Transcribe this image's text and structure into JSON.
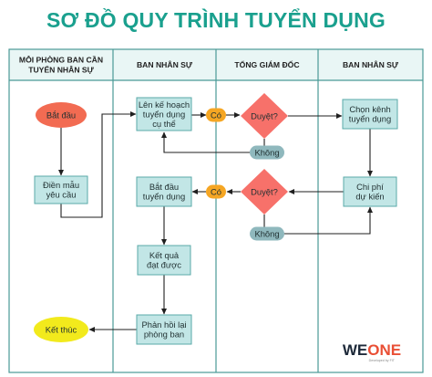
{
  "title": "SƠ ĐỒ QUY TRÌNH TUYỂN DỤNG",
  "lanes": [
    {
      "id": "lane-1",
      "label_lines": [
        "MỖI PHÒNG BAN CẦN",
        "TUYỂN NHÂN SỰ"
      ]
    },
    {
      "id": "lane-2",
      "label_lines": [
        "BAN NHÂN SỰ"
      ]
    },
    {
      "id": "lane-3",
      "label_lines": [
        "TỔNG GIÁM ĐỐC"
      ]
    },
    {
      "id": "lane-4",
      "label_lines": [
        "BAN NHÂN SỰ"
      ]
    }
  ],
  "nodes": [
    {
      "id": "start",
      "shape": "ellipse",
      "lines": [
        "Bắt đầu"
      ]
    },
    {
      "id": "request-form",
      "shape": "rect",
      "lines": [
        "Điền mẫu",
        "yêu cầu"
      ]
    },
    {
      "id": "plan",
      "shape": "rect",
      "lines": [
        "Lên kế hoạch",
        "tuyển dụng",
        "cụ thể"
      ]
    },
    {
      "id": "approve-1",
      "shape": "diamond",
      "lines": [
        "Duyệt?"
      ]
    },
    {
      "id": "channel",
      "shape": "rect",
      "lines": [
        "Chọn kênh",
        "tuyển dụng"
      ]
    },
    {
      "id": "cost",
      "shape": "rect",
      "lines": [
        "Chi phí",
        "dự kiến"
      ]
    },
    {
      "id": "approve-2",
      "shape": "diamond",
      "lines": [
        "Duyệt?"
      ]
    },
    {
      "id": "begin-hiring",
      "shape": "rect",
      "lines": [
        "Bắt đầu",
        "tuyển dụng"
      ]
    },
    {
      "id": "results",
      "shape": "rect",
      "lines": [
        "Kết quả",
        "đạt được"
      ]
    },
    {
      "id": "feedback",
      "shape": "rect",
      "lines": [
        "Phản hồi lại",
        "phòng ban"
      ]
    },
    {
      "id": "end",
      "shape": "ellipse",
      "lines": [
        "Kết thúc"
      ]
    },
    {
      "id": "yes-1",
      "shape": "pill",
      "lines": [
        "Có"
      ]
    },
    {
      "id": "no-1",
      "shape": "pill",
      "lines": [
        "Không"
      ]
    },
    {
      "id": "yes-2",
      "shape": "pill",
      "lines": [
        "Có"
      ]
    },
    {
      "id": "no-2",
      "shape": "pill",
      "lines": [
        "Không"
      ]
    }
  ],
  "edges": [
    {
      "from": "start",
      "to": "request-form"
    },
    {
      "from": "request-form",
      "to": "plan"
    },
    {
      "from": "plan",
      "to": "approve-1",
      "label": "Có"
    },
    {
      "from": "approve-1",
      "to": "channel"
    },
    {
      "from": "approve-1",
      "to": "plan",
      "label": "Không"
    },
    {
      "from": "channel",
      "to": "cost"
    },
    {
      "from": "cost",
      "to": "approve-2"
    },
    {
      "from": "approve-2",
      "to": "begin-hiring",
      "label": "Có"
    },
    {
      "from": "approve-2",
      "to": "cost",
      "label": "Không"
    },
    {
      "from": "begin-hiring",
      "to": "results"
    },
    {
      "from": "results",
      "to": "feedback"
    },
    {
      "from": "feedback",
      "to": "end"
    }
  ],
  "logo": {
    "text_we": "WE",
    "text_one": "ONE",
    "tagline": "Developed by FIT"
  },
  "colors": {
    "title": "#1aa08e",
    "lane_border": "#4a9a96",
    "header_bg": "#e9f6f5",
    "box_fill": "#c2e6e6",
    "box_stroke": "#5aaaa8",
    "start_fill": "#f26b52",
    "end_fill": "#f2ea1c",
    "diamond_fill": "#f7716a",
    "yes_fill": "#f5a623",
    "no_fill": "#8fb8bd",
    "arrow": "#1f1f1f",
    "logo_we": "#1e2a3a",
    "logo_one": "#e94f35"
  }
}
